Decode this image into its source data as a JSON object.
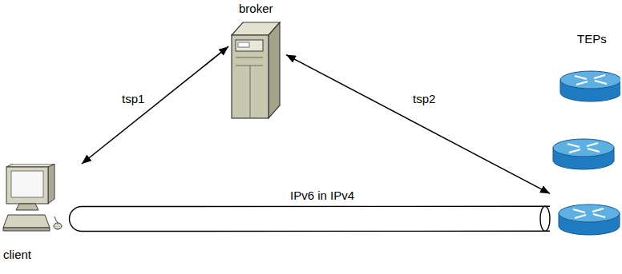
{
  "diagram": {
    "nodes": [
      {
        "text": [
          "broker"
        ]
      },
      {
        "text": [
          "TEPs"
        ]
      },
      {
        "text": [
          "client"
        ]
      }
    ],
    "edges": [
      {
        "from": 2,
        "to": 0,
        "label": "tsp1",
        "arrow": "both"
      },
      {
        "from": 0,
        "to": 1,
        "label": "tsp2",
        "arrow": "both"
      },
      {
        "from": 2,
        "to": 1,
        "label": "IPv6 in IPv4",
        "arrow": "none"
      }
    ]
  }
}
